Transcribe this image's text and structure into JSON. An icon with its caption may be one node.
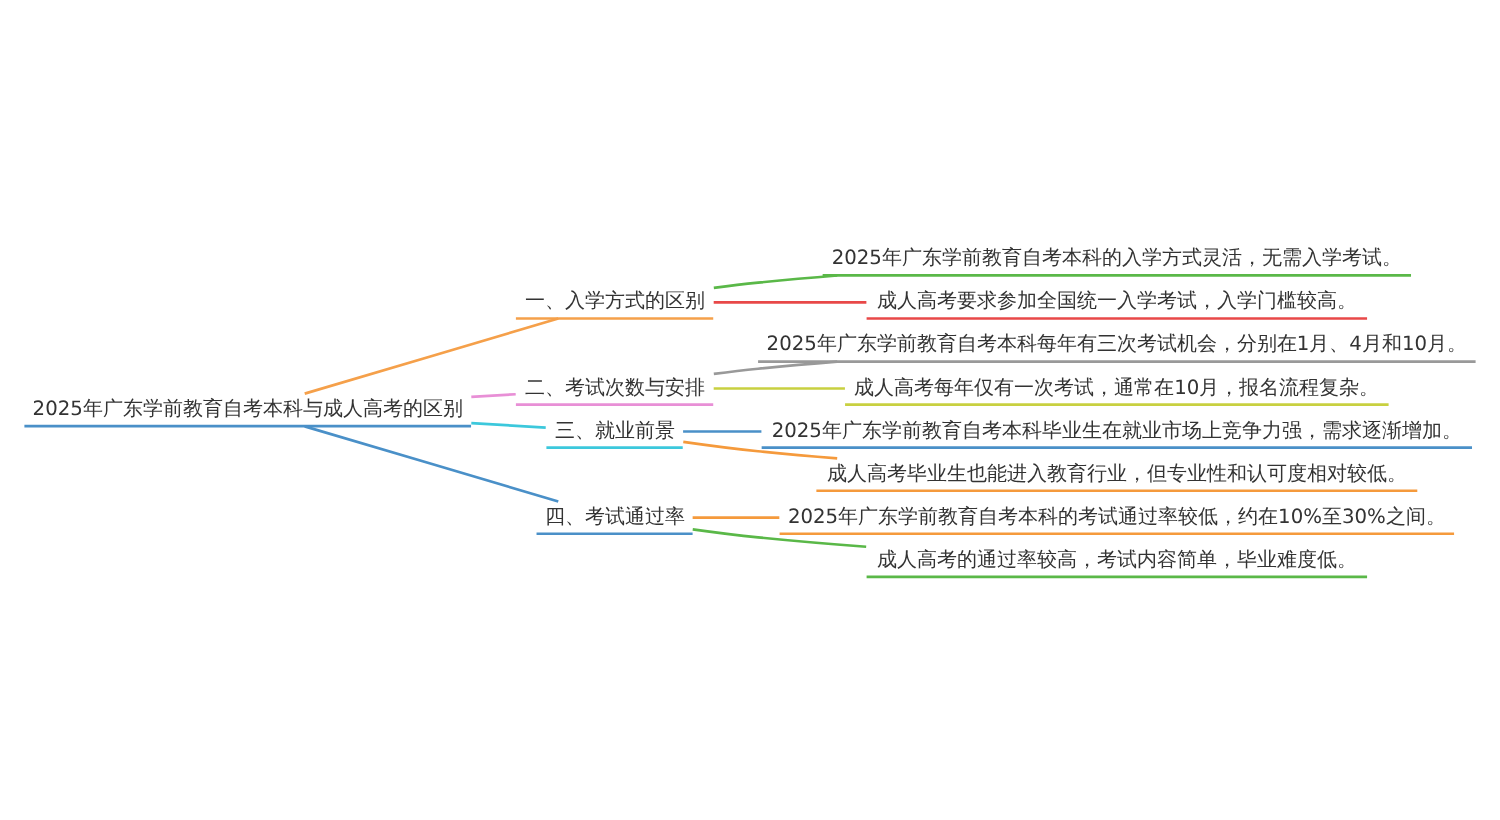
{
  "diagram": {
    "nodes": [
      {
        "text": [
          "2025年广东学前教育自考本科与成人高考的区别"
        ]
      },
      {
        "text": [
          "一、入学方式的区别"
        ]
      },
      {
        "text": [
          "二、考试次数与安排"
        ]
      },
      {
        "text": [
          "三、就业前景"
        ]
      },
      {
        "text": [
          "四、考试通过率"
        ]
      },
      {
        "text": [
          "2025年广东学前教育自考本科的入学方式灵活，无需入学考试。"
        ]
      },
      {
        "text": [
          "成人高考要求参加全国统一入学考试，入学门槛较高。"
        ]
      },
      {
        "text": [
          "2025年广东学前教育自考本科每年有三次考试机会，分别在1月、4月和10月。"
        ]
      },
      {
        "text": [
          "成人高考每年仅有一次考试，通常在10月，报名流程复杂。"
        ]
      },
      {
        "text": [
          "2025年广东学前教育自考本科毕业生在就业市场上竞争力强，需求逐渐增加。"
        ]
      },
      {
        "text": [
          "成人高考毕业生也能进入教育行业，但专业性和认可度相对较低。"
        ]
      },
      {
        "text": [
          "2025年广东学前教育自考本科的考试通过率较低，约在10%至30%之间。"
        ]
      },
      {
        "text": [
          "成人高考的通过率较高，考试内容简单，毕业难度低。"
        ]
      }
    ],
    "edges": [
      {
        "from": 0,
        "to": 1,
        "arrow": "none",
        "color": "#f5a04a"
      },
      {
        "from": 0,
        "to": 2,
        "arrow": "none",
        "color": "#e88fd6"
      },
      {
        "from": 0,
        "to": 3,
        "arrow": "none",
        "color": "#3cc8dc"
      },
      {
        "from": 0,
        "to": 4,
        "arrow": "none",
        "color": "#4a90c8"
      },
      {
        "from": 1,
        "to": 5,
        "arrow": "none",
        "color": "#5ab848"
      },
      {
        "from": 1,
        "to": 6,
        "arrow": "none",
        "color": "#e84848"
      },
      {
        "from": 2,
        "to": 7,
        "arrow": "none",
        "color": "#999999"
      },
      {
        "from": 2,
        "to": 8,
        "arrow": "none",
        "color": "#c8d040"
      },
      {
        "from": 3,
        "to": 9,
        "arrow": "none",
        "color": "#4a90c8"
      },
      {
        "from": 3,
        "to": 10,
        "arrow": "none",
        "color": "#f59a3c"
      },
      {
        "from": 4,
        "to": 11,
        "arrow": "none",
        "color": "#f59a3c"
      },
      {
        "from": 4,
        "to": 12,
        "arrow": "none",
        "color": "#5ab848"
      }
    ]
  }
}
